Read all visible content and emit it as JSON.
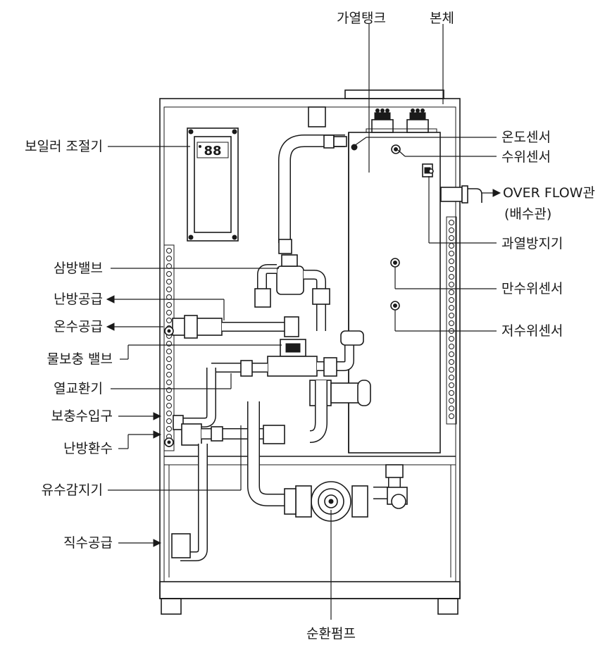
{
  "labels": {
    "heating_tank": "가열탱크",
    "body": "본체",
    "temp_sensor": "온도센서",
    "level_sensor": "수위센서",
    "overflow_pipe": "OVER FLOW관",
    "drain_pipe": "(배수관)",
    "overheat_protector": "과열방지기",
    "full_level_sensor": "만수위센서",
    "low_level_sensor": "저수위센서",
    "boiler_controller": "보일러 조절기",
    "three_way_valve": "삼방밸브",
    "heating_supply": "난방공급",
    "hot_water_supply": "온수공급",
    "water_refill_valve": "물보충 밸브",
    "heat_exchanger": "열교환기",
    "refill_inlet": "보충수입구",
    "heating_return": "난방환수",
    "flow_detector": "유수감지기",
    "direct_water_supply": "직수공급",
    "circulation_pump": "순환펌프"
  },
  "controller_display": "88"
}
